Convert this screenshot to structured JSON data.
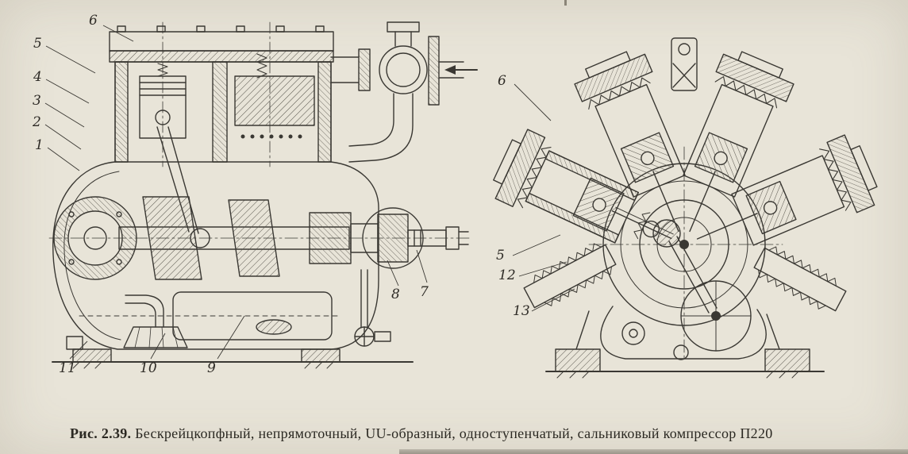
{
  "figure": {
    "caption_label": "Рис. 2.39.",
    "caption_text": "Бескрейцкопфный, непрямоточный, UU-образный, одноступенчатый, сальниковый компрессор П220"
  },
  "callouts": {
    "left": [
      "6",
      "5",
      "4",
      "3",
      "2",
      "1",
      "11",
      "10",
      "9",
      "8",
      "7"
    ],
    "right": [
      "6",
      "5",
      "12",
      "13"
    ]
  },
  "icons": {
    "suction_flow": "arrow-left"
  },
  "colors": {
    "paper": "#e8e4d8",
    "ink": "#3a3833",
    "caption_text_color": "#2b2822"
  }
}
